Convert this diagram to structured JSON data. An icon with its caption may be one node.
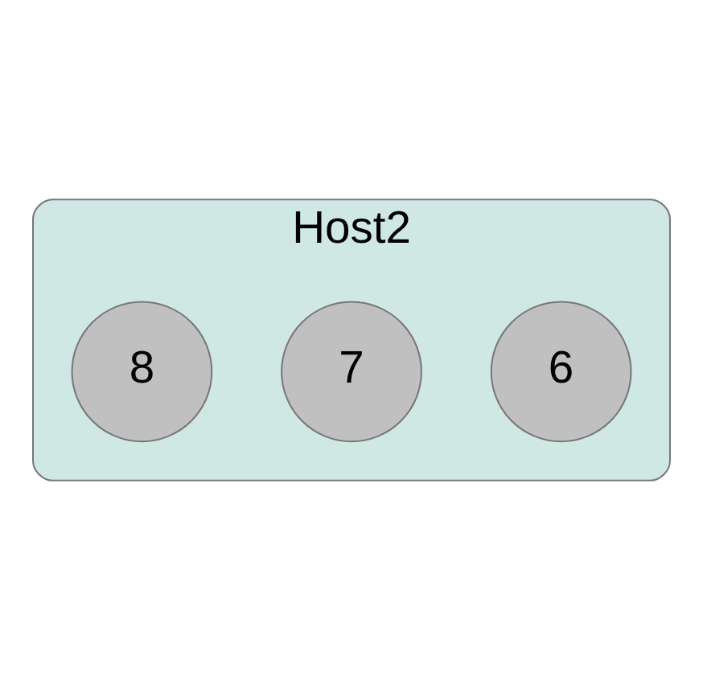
{
  "diagram": {
    "nodes": [
      {
        "text": [
          "Host2"
        ]
      },
      {
        "text": [
          "6"
        ],
        "in": 0
      },
      {
        "text": [
          "7"
        ],
        "in": 0
      },
      {
        "text": [
          "8"
        ],
        "in": 0
      }
    ]
  }
}
